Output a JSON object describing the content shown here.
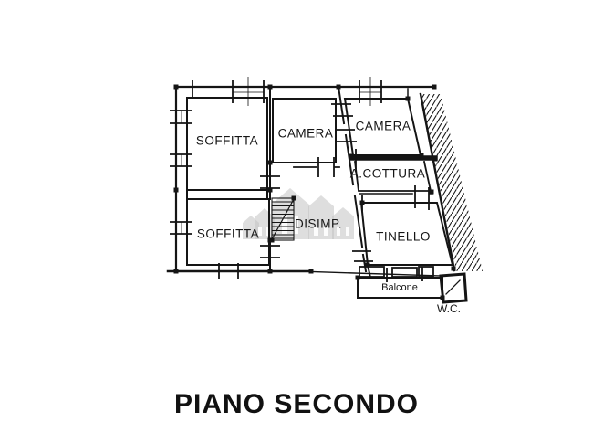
{
  "floor_plan": {
    "title": "PIANO SECONDO",
    "labels": {
      "soffitta_top": "SOFFITTA",
      "camera_left": "CAMERA",
      "camera_right": "CAMERA",
      "a_cottura": "A.COTTURA",
      "disimp": "DISIMP.",
      "soffitta_bottom": "SOFFITTA",
      "tinello": "TINELLO",
      "balcone": "Balcone",
      "wc": "W.C."
    },
    "colors": {
      "ink": "#151515",
      "watermark_gray": "#c3c3c3",
      "background": "#ffffff"
    },
    "icons": {
      "watermark": "houses-logo-watermark"
    }
  }
}
